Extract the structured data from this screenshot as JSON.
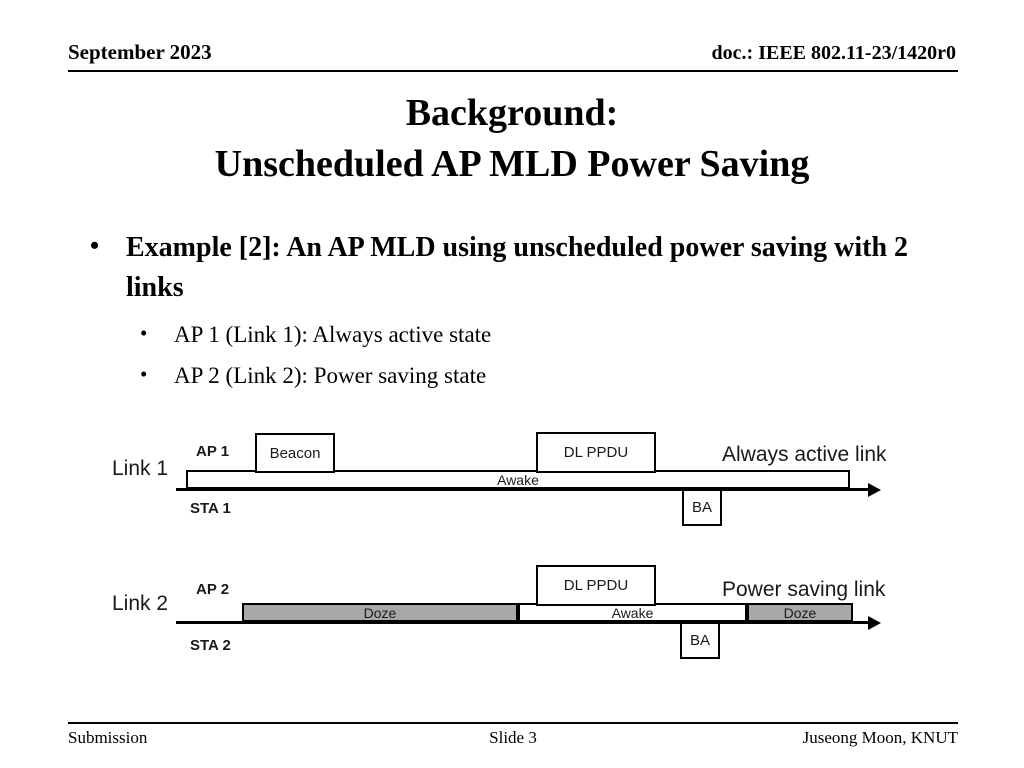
{
  "header": {
    "date": "September 2023",
    "doc": "doc.: IEEE 802.11-23/1420r0"
  },
  "title": {
    "line1": "Background:",
    "line2": "Unscheduled AP MLD Power Saving"
  },
  "bullets": {
    "level1": "Example [2]: An AP MLD using unscheduled power saving with 2 links",
    "bullet_glyph": "•",
    "level2": [
      "AP 1 (Link 1): Always active state",
      "AP 2 (Link 2): Power saving state"
    ]
  },
  "diagram": {
    "links": [
      {
        "link_label": "Link 1",
        "ap_label": "AP 1",
        "sta_label": "STA 1",
        "caption": "Always active link",
        "above_boxes": [
          {
            "label": "Beacon"
          },
          {
            "label": "DL PPDU"
          }
        ],
        "below_boxes": [
          {
            "label": "BA"
          }
        ],
        "states": [
          {
            "label": "Awake",
            "type": "awake"
          }
        ]
      },
      {
        "link_label": "Link 2",
        "ap_label": "AP 2",
        "sta_label": "STA 2",
        "caption": "Power saving link",
        "above_boxes": [
          {
            "label": "DL PPDU"
          }
        ],
        "below_boxes": [
          {
            "label": "BA"
          }
        ],
        "states": [
          {
            "label": "Doze",
            "type": "doze"
          },
          {
            "label": "Awake",
            "type": "awake"
          },
          {
            "label": "Doze",
            "type": "doze"
          }
        ]
      }
    ],
    "colors": {
      "doze_fill": "#a8a8a8",
      "awake_fill": "#ffffff",
      "line": "#000000"
    }
  },
  "footer": {
    "left": "Submission",
    "center": "Slide 3",
    "right": "Juseong Moon, KNUT"
  }
}
